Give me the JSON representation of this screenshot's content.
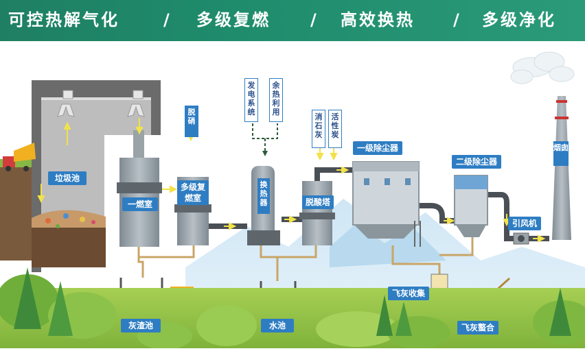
{
  "banner": {
    "t1": "可控热解气化",
    "t2": "多级复燃",
    "t3": "高效换热",
    "t4": "多级净化",
    "sep": "/"
  },
  "labels": {
    "pit": "垃圾池",
    "chamber1": "一燃室",
    "chamber2": "多级复燃室",
    "denitration": "脱硝",
    "power": "发电系统",
    "heat": "余热利用",
    "heat_exchanger": "换热器",
    "lime": "消石灰",
    "carbon": "活性炭",
    "deacid": "脱酸塔",
    "dust1": "一级除尘器",
    "dust2": "二级除尘器",
    "chimney": "烟囱",
    "fan": "引风机",
    "ash_pool": "灰渣池",
    "water_pool": "水池",
    "fly_collect": "飞灰收集",
    "fly_chelate": "飞灰螯合"
  }
}
